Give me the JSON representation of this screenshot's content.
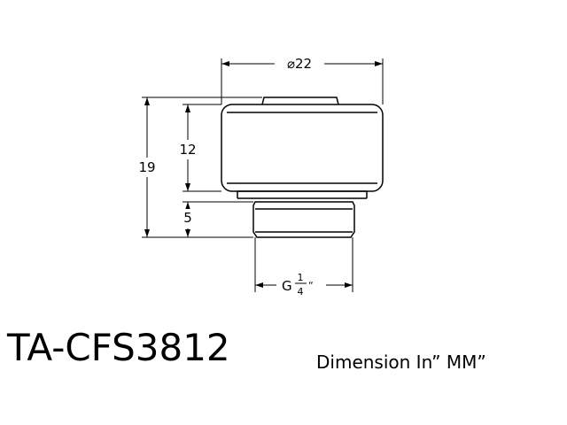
{
  "dimensions": {
    "diameter": "⌀22",
    "total_height": "19",
    "body_height": "12",
    "thread_height": "5",
    "thread_prefix": "G",
    "thread_numerator": "1",
    "thread_denominator": "4",
    "thread_suffix": "“"
  },
  "labels": {
    "model_number": "TA-CFS3812",
    "unit_note": "Dimension In”  MM”"
  }
}
